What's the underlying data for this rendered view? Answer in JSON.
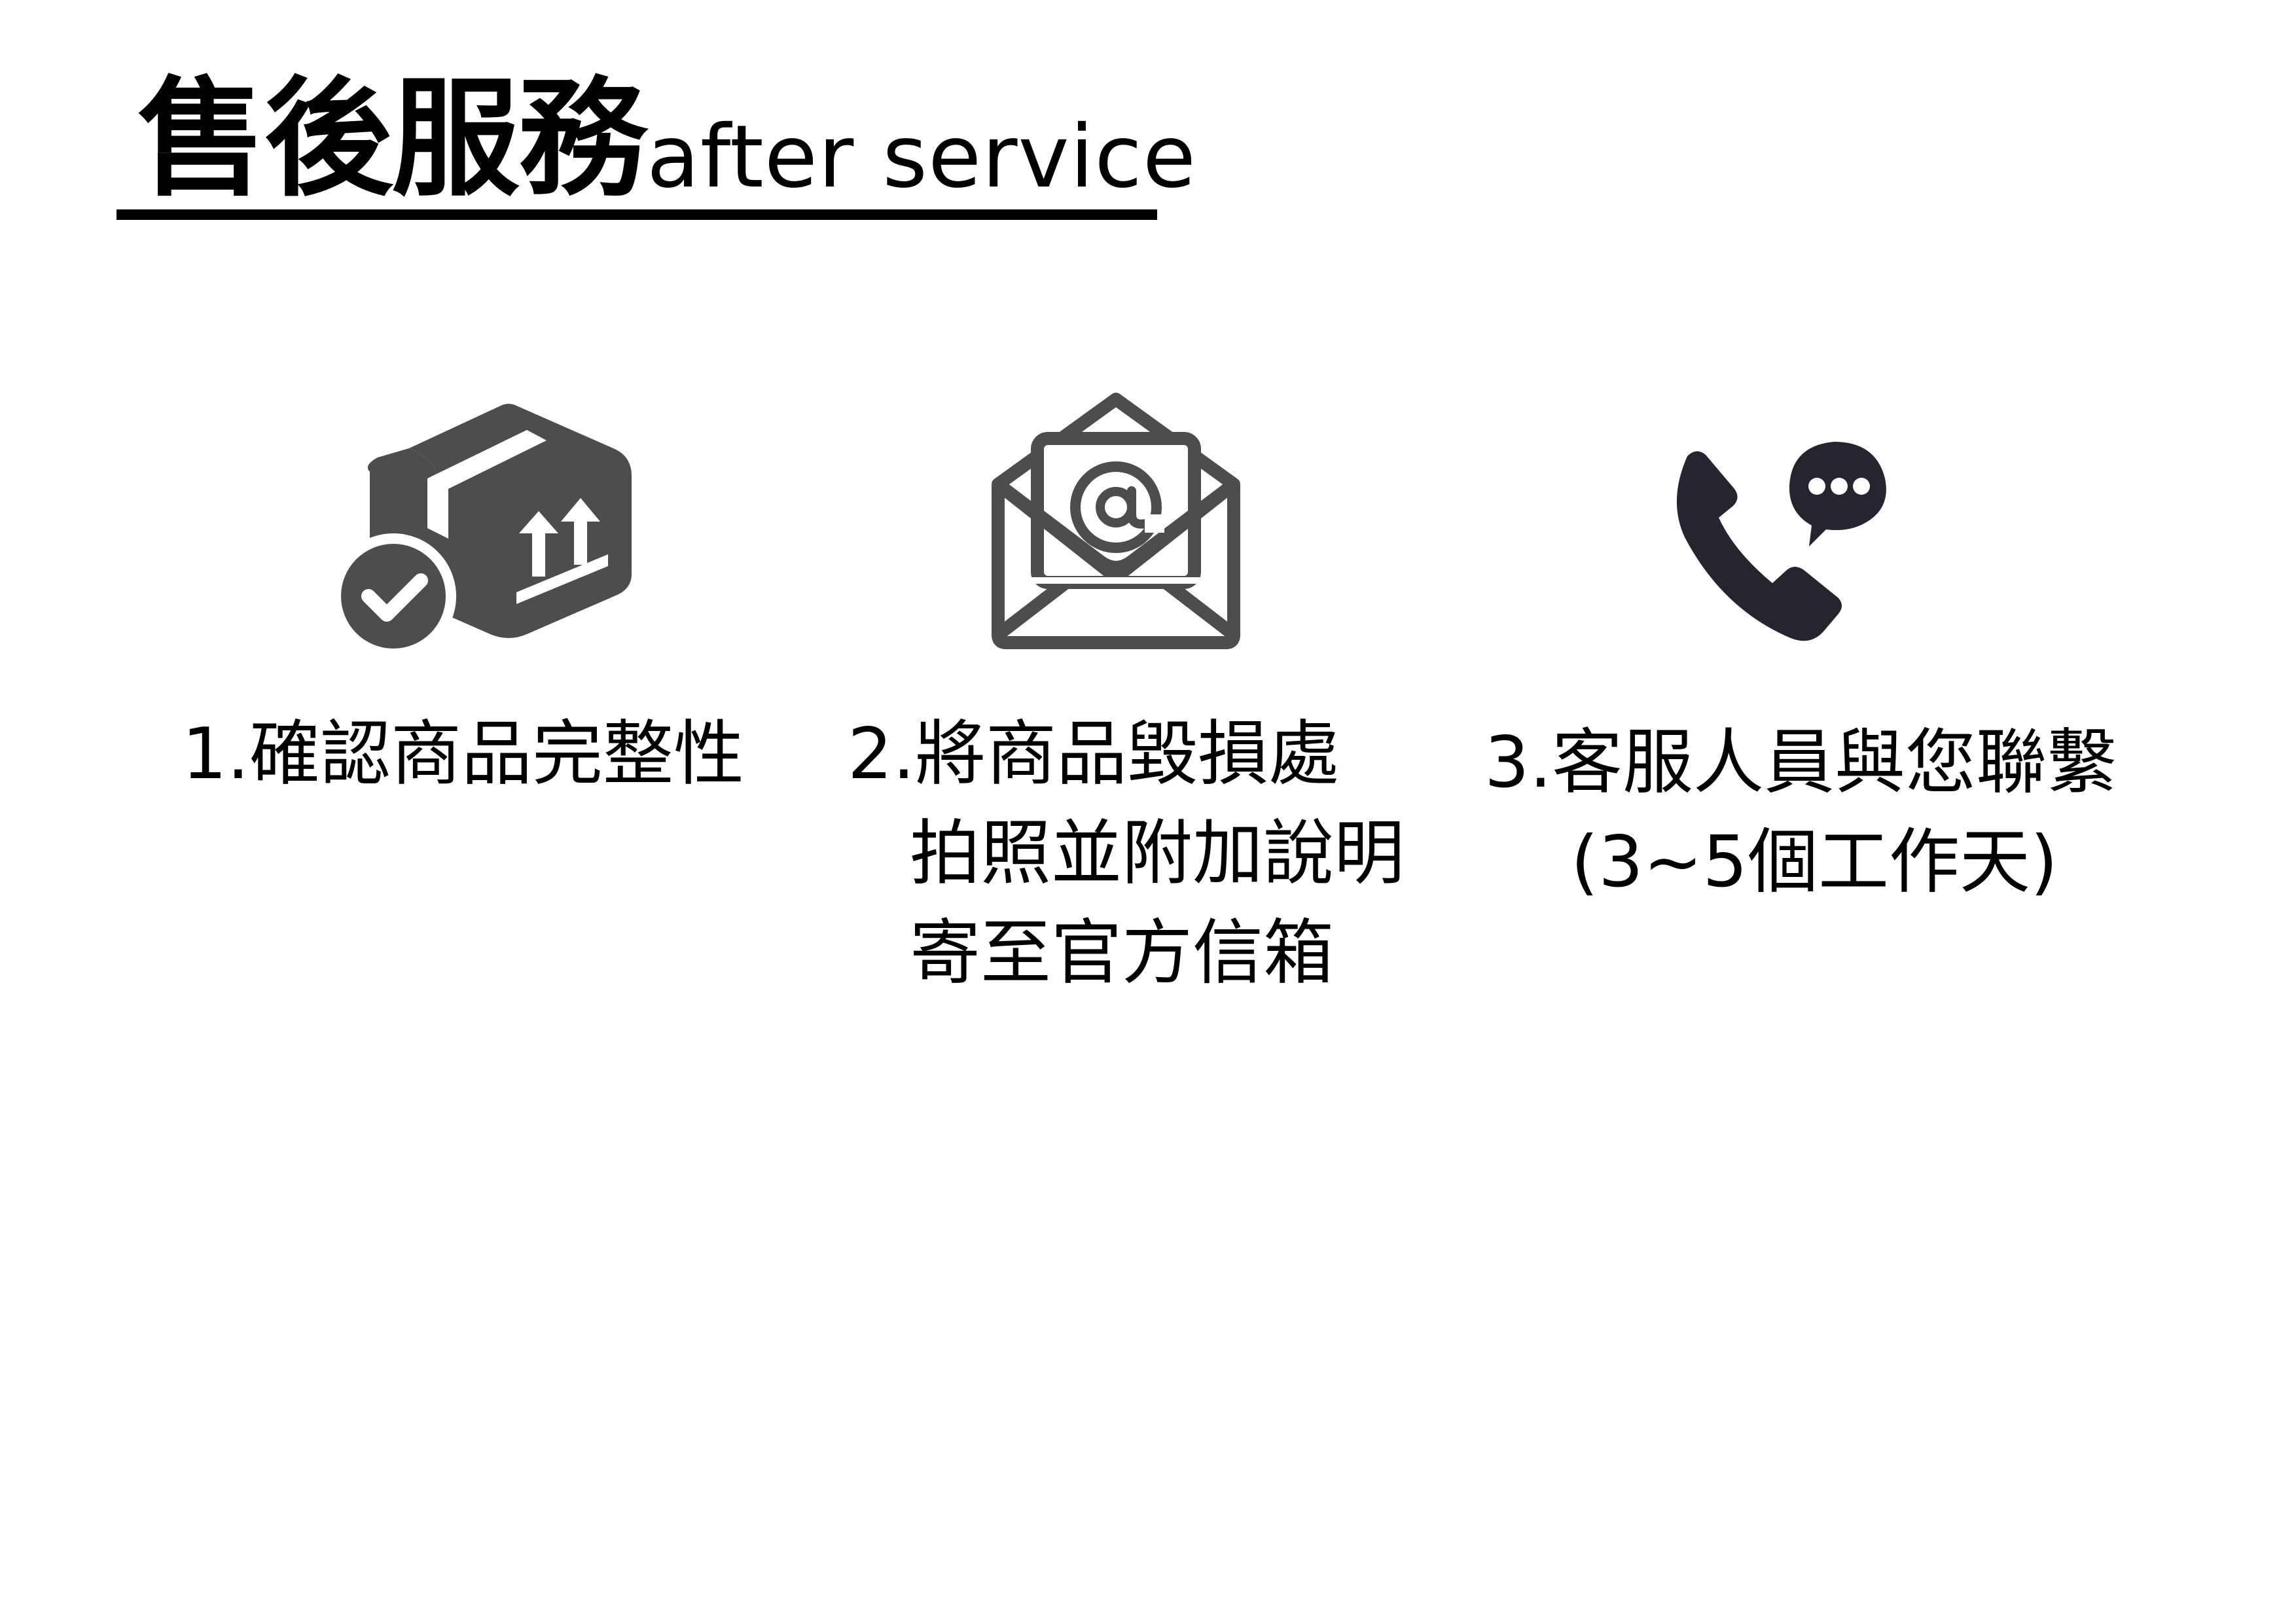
{
  "header": {
    "title_zh": "售後服務",
    "title_en": "after service"
  },
  "steps": [
    {
      "icon": "package-check-icon",
      "lines": [
        "1.確認商品完整性"
      ]
    },
    {
      "icon": "email-envelope-icon",
      "lines": [
        "2.將商品毀損處",
        "拍照並附加說明",
        "寄至官方信箱"
      ]
    },
    {
      "icon": "phone-chat-icon",
      "lines": [
        "3.客服人員與您聯繫",
        "(3~5個工作天)"
      ]
    }
  ],
  "colors": {
    "text": "#000000",
    "icon_gray": "#4d4d4d",
    "icon_navy": "#25242f",
    "background": "#ffffff"
  }
}
